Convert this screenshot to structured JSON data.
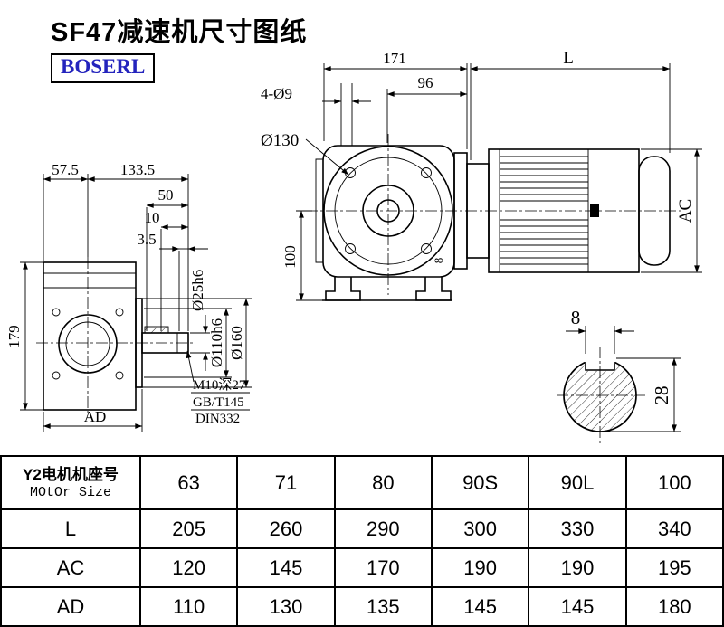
{
  "page": {
    "title": "SF47减速机尺寸图纸",
    "brand": "BOSERL"
  },
  "front_view": {
    "dim_width": "171",
    "dim_flange_face": "96",
    "dim_holes": "4-Ø9",
    "dim_flange_dia": "Ø130",
    "dim_center_height": "100",
    "dim_shaft": "8"
  },
  "motor_view": {
    "dim_length": "L",
    "dim_ac": "AC"
  },
  "side_view": {
    "dim_a": "57.5",
    "dim_b": "133.5",
    "dim_c": "50",
    "dim_d": "10",
    "dim_e": "3.5",
    "dim_height": "179",
    "dim_ad": "AD",
    "dim_shaft_dia": "Ø25h6",
    "dim_spigot_dia": "Ø110h6",
    "dim_flange_od": "Ø160",
    "note_tap": "M10深27",
    "note_std1": "GB/T145",
    "note_std2": "DIN332"
  },
  "shaft_section": {
    "dim_key_width": "8",
    "dim_height": "28"
  },
  "table": {
    "header_cn": "Y2电机机座号",
    "header_en": "MOtOr Size",
    "columns": [
      "63",
      "71",
      "80",
      "90S",
      "90L",
      "100"
    ],
    "rows": [
      {
        "label": "L",
        "values": [
          "205",
          "260",
          "290",
          "300",
          "330",
          "340"
        ]
      },
      {
        "label": "AC",
        "values": [
          "120",
          "145",
          "170",
          "190",
          "190",
          "195"
        ]
      },
      {
        "label": "AD",
        "values": [
          "110",
          "130",
          "135",
          "145",
          "145",
          "180"
        ]
      }
    ]
  }
}
